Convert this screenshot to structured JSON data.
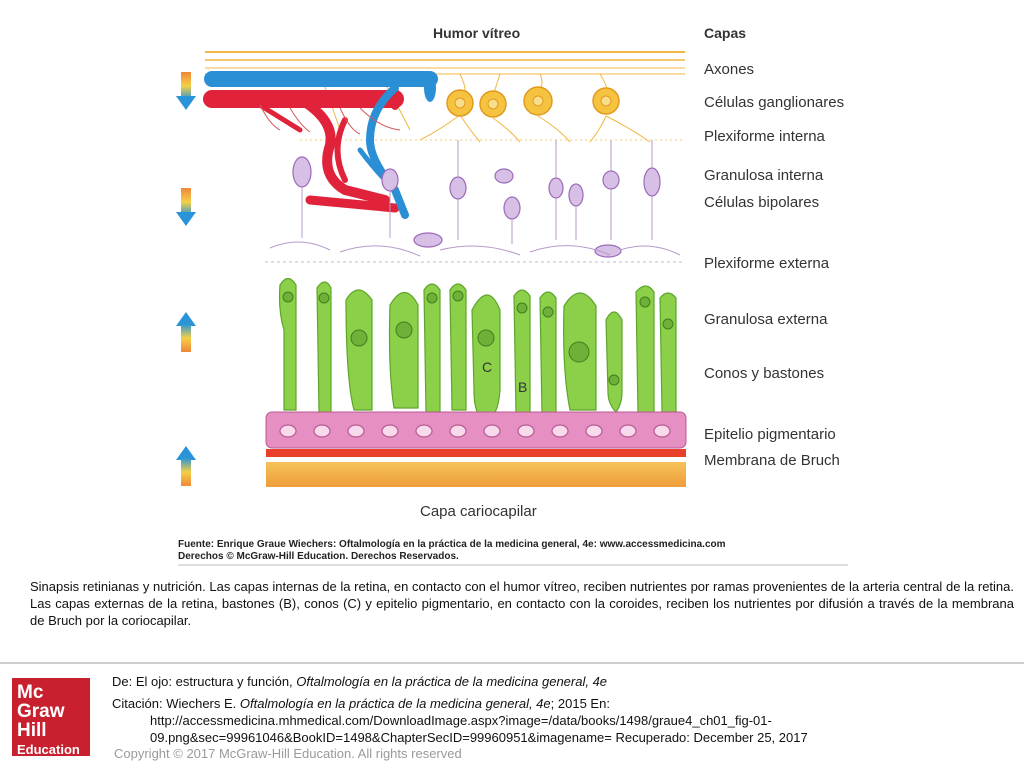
{
  "figure": {
    "header_left": "Humor vítreo",
    "header_right": "Capas",
    "layers": [
      "Axones",
      "Células ganglionares",
      "Plexiforme interna",
      "Granulosa interna",
      "Células bipolares",
      "Plexiforme externa",
      "Granulosa externa",
      "Conos y bastones",
      "Epitelio pigmentario",
      "Membrana de Bruch"
    ],
    "bottom_label": "Capa cariocapilar",
    "letter_c": "C",
    "letter_b": "B",
    "source_line1": "Fuente: Enrique Graue Wiechers: Oftalmología en la práctica de la medicina general, 4e: www.accessmedicina.com",
    "source_line2": "Derechos © McGraw-Hill Education. Derechos Reservados."
  },
  "caption": "Sinapsis retinianas y nutrición. Las capas internas de la retina, en contacto con el humor vítreo, reciben nutrientes por ramas provenientes de la arteria central de la retina. Las capas externas de la retina, bastones (B), conos (C) y epitelio pigmentario, en contacto con la coroides, reciben los nutrientes por difusión a través de la membrana de Bruch por la coriocapilar.",
  "citation": {
    "de_label": "De:",
    "de_text": "El ojo: estructura y función,",
    "de_book": "Oftalmología en la práctica de la medicina general, 4e",
    "cit_label": "Citación:",
    "cit_author": "Wiechers E.",
    "cit_book": "Oftalmología en la práctica de la medicina general, 4e",
    "cit_year": "; 2015 En:",
    "url_line1": "http://accessmedicina.mhmedical.com/DownloadImage.aspx?image=/data/books/1498/graue4_ch01_fig-01-",
    "url_line2": "09.png&sec=99961046&BookID=1498&ChapterSecID=99960951&imagename= Recuperado: December 25, 2017"
  },
  "copyright": "Copyright © 2017 McGraw-Hill Education. All rights reserved",
  "logo": {
    "line1": "Mc",
    "line2": "Graw",
    "line3": "Hill",
    "line4": "Education"
  },
  "colors": {
    "brand_red": "#c8202f",
    "artery": "#e0233a",
    "vein": "#2b8fd6",
    "cell_green": "#8cd04a",
    "epithelium": "#e58fc3",
    "bruch": "#e8402b",
    "choriocapillaris": "#f2b24a"
  }
}
